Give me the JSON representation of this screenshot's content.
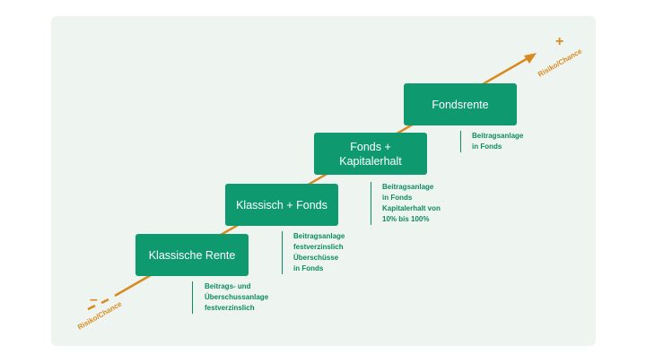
{
  "colors": {
    "box": "#0e9a6e",
    "arrow": "#d98a1f",
    "text": "#0e8a63",
    "panel": "#eef5f1"
  },
  "risk": {
    "low_label": "Risiko/Chance",
    "high_label": "Risiko/Chance",
    "minus": "–",
    "plus": "+"
  },
  "steps": [
    {
      "title": [
        "Klassische Rente"
      ],
      "desc": [
        "Beitrags- und",
        "Überschussanlage",
        "festverzinslich"
      ]
    },
    {
      "title": [
        "Klassisch + Fonds"
      ],
      "desc": [
        "Beitragsanlage",
        "festverzinslich",
        "Überschüsse",
        "in Fonds"
      ]
    },
    {
      "title": [
        "Fonds +",
        "Kapitalerhalt"
      ],
      "desc": [
        "Beitragsanlage",
        "in Fonds",
        "Kapitalerhalt von",
        "10% bis 100%"
      ]
    },
    {
      "title": [
        "Fondsrente"
      ],
      "desc": [
        "Beitragsanlage",
        "in Fonds"
      ]
    }
  ]
}
